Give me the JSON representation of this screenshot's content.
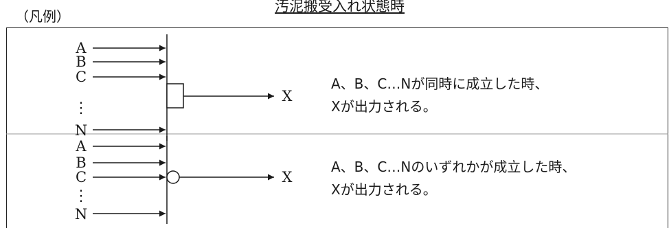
{
  "header": {
    "title": "汚泥搬受入れ状態時",
    "legend_label": "（凡例）"
  },
  "and_gate": {
    "inputs": [
      "A",
      "B",
      "C",
      "N"
    ],
    "ellipsis": "⋮",
    "output": "X",
    "description": [
      "A、B、C…Nが同時に成立した時、",
      "Xが出力される。"
    ]
  },
  "or_gate": {
    "inputs": [
      "A",
      "B",
      "C",
      "N"
    ],
    "ellipsis": "⋮",
    "output": "X",
    "description": [
      "A、B、C…Nのいずれかが成立した時、",
      "Xが出力される。"
    ]
  }
}
